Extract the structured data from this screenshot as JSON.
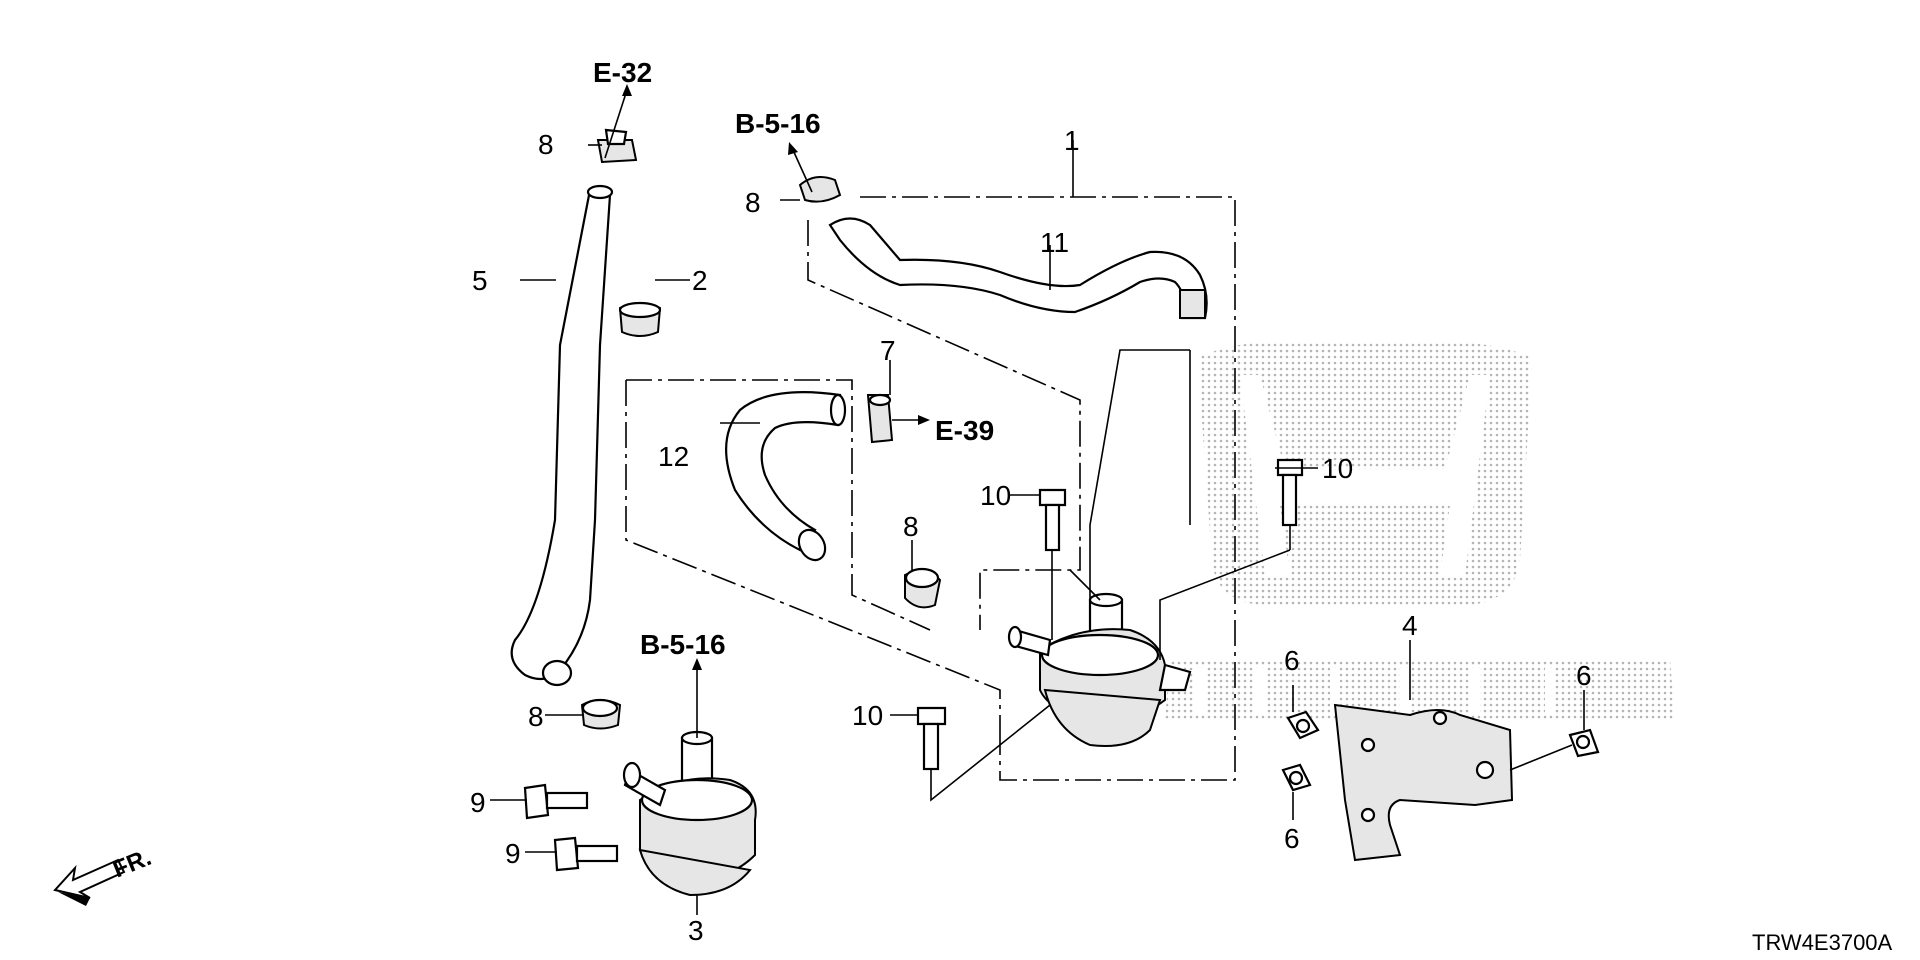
{
  "diagram": {
    "ref_codes": {
      "e32": "E-32",
      "b516_top": "B-5-16",
      "b516_bottom": "B-5-16",
      "e39": "E-39"
    },
    "part_labels": {
      "p1": "1",
      "p2": "2",
      "p3": "3",
      "p4": "4",
      "p5": "5",
      "p6_a": "6",
      "p6_b": "6",
      "p6_c": "6",
      "p7": "7",
      "p8_a": "8",
      "p8_b": "8",
      "p8_c": "8",
      "p8_d": "8",
      "p9_a": "9",
      "p9_b": "9",
      "p10_a": "10",
      "p10_b": "10",
      "p10_c": "10",
      "p11": "11",
      "p12": "12"
    },
    "front_indicator": "FR.",
    "diagram_code": "TRW4E3700A"
  }
}
